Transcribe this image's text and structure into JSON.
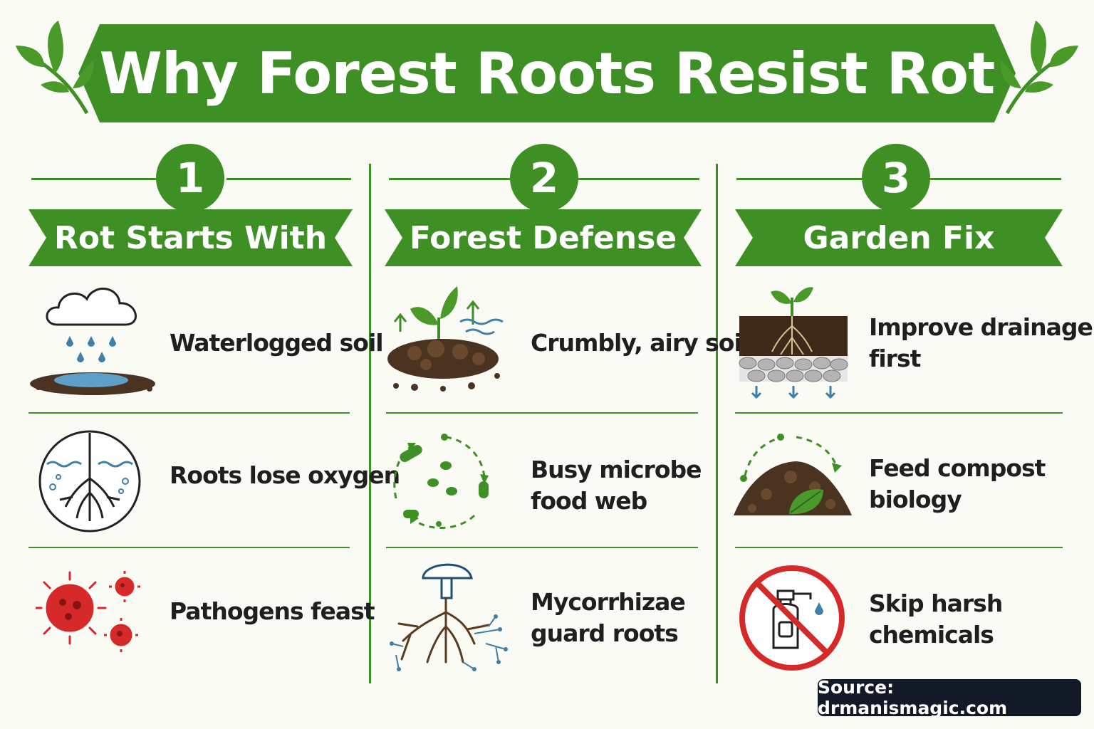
{
  "title": "Why Forest Roots Resist Rot",
  "colors": {
    "green": "#3e8f24",
    "background": "#fbfbf6",
    "text": "#1f1f1f",
    "source_bg": "#121a27",
    "prohibit_red": "#d62a2a"
  },
  "columns": [
    {
      "number": "1",
      "heading": "Rot Starts With",
      "items": [
        {
          "label": "Waterlogged soil",
          "icon": "rain-cloud-puddle-icon"
        },
        {
          "label": "Roots lose oxygen",
          "icon": "root-in-water-icon"
        },
        {
          "label": "Pathogens feast",
          "icon": "pathogen-icon"
        }
      ]
    },
    {
      "number": "2",
      "heading": "Forest Defense",
      "items": [
        {
          "label": "Crumbly, airy soil",
          "icon": "sprout-soil-icon"
        },
        {
          "label": "Busy microbe\nfood web",
          "icon": "microbe-cycle-icon"
        },
        {
          "label": "Mycorrhizae\nguard roots",
          "icon": "mushroom-roots-icon"
        }
      ]
    },
    {
      "number": "3",
      "heading": "Garden Fix",
      "items": [
        {
          "label": "Improve drainage first",
          "icon": "drainage-layers-icon"
        },
        {
          "label": "Feed compost biology",
          "icon": "compost-pile-icon"
        },
        {
          "label": "Skip harsh chemicals",
          "icon": "no-spray-icon"
        }
      ]
    }
  ],
  "source": "Source: drmanismagic.com"
}
